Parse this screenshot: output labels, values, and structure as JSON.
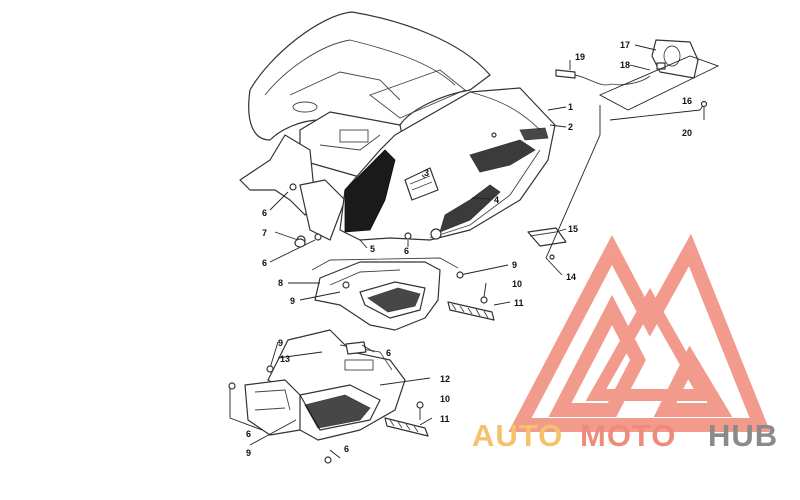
{
  "diagram": {
    "callouts": [
      {
        "id": "c1",
        "label": "1"
      },
      {
        "id": "c2",
        "label": "2"
      },
      {
        "id": "c3",
        "label": "3"
      },
      {
        "id": "c4",
        "label": "4"
      },
      {
        "id": "c5",
        "label": "5"
      },
      {
        "id": "c6a",
        "label": "6"
      },
      {
        "id": "c6b",
        "label": "6"
      },
      {
        "id": "c6c",
        "label": "6"
      },
      {
        "id": "c6d",
        "label": "6"
      },
      {
        "id": "c6e",
        "label": "6"
      },
      {
        "id": "c6f",
        "label": "6"
      },
      {
        "id": "c7",
        "label": "7"
      },
      {
        "id": "c8",
        "label": "8"
      },
      {
        "id": "c9a",
        "label": "9"
      },
      {
        "id": "c9b",
        "label": "9"
      },
      {
        "id": "c9c",
        "label": "9"
      },
      {
        "id": "c9d",
        "label": "9"
      },
      {
        "id": "c10a",
        "label": "10"
      },
      {
        "id": "c10b",
        "label": "10"
      },
      {
        "id": "c11a",
        "label": "11"
      },
      {
        "id": "c11b",
        "label": "11"
      },
      {
        "id": "c12",
        "label": "12"
      },
      {
        "id": "c13",
        "label": "13"
      },
      {
        "id": "c14",
        "label": "14"
      },
      {
        "id": "c15",
        "label": "15"
      },
      {
        "id": "c16",
        "label": "16"
      },
      {
        "id": "c17",
        "label": "17"
      },
      {
        "id": "c18",
        "label": "18"
      },
      {
        "id": "c19",
        "label": "19"
      },
      {
        "id": "c20",
        "label": "20"
      }
    ]
  },
  "watermark": {
    "part1": "AUTO",
    "part2": "MOTO",
    "part3": "HUB",
    "color_auto": "#f5c16c",
    "color_moto": "#f08a7a",
    "color_hub": "#8a8a8a",
    "logo_color": "#f08a7a",
    "icon": "mountain-triangle-logo-icon"
  }
}
